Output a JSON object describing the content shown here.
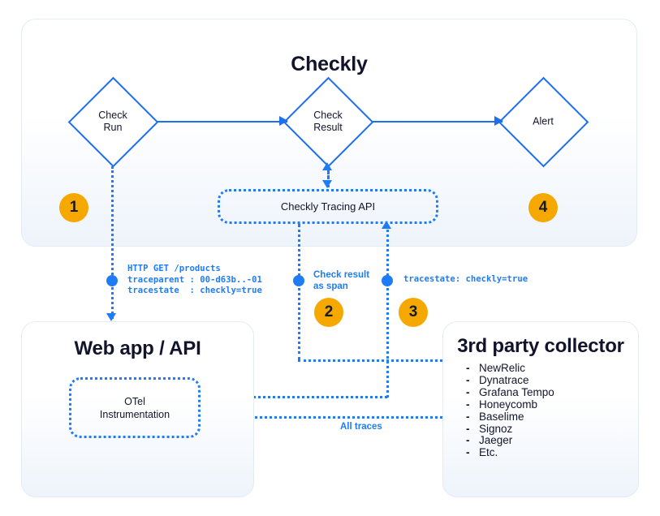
{
  "checkly_panel": {
    "title": "Checkly",
    "nodes": [
      {
        "id": "check-run",
        "label_line1": "Check",
        "label_line2": "Run"
      },
      {
        "id": "check-result",
        "label_line1": "Check",
        "label_line2": "Result"
      },
      {
        "id": "alert",
        "label_line1": "Alert",
        "label_line2": ""
      }
    ],
    "tracing_api_label": "Checkly Tracing API"
  },
  "webapp_panel": {
    "title": "Web app / API",
    "otel_label_line1": "OTel",
    "otel_label_line2": "Instrumentation"
  },
  "collector_panel": {
    "title": "3rd party collector",
    "bullet": "-",
    "items": [
      "NewRelic",
      "Dynatrace",
      "Grafana Tempo",
      "Honeycomb",
      "Baselime",
      "Signoz",
      "Jaeger",
      "Etc."
    ]
  },
  "badges": {
    "one": "1",
    "two": "2",
    "three": "3",
    "four": "4"
  },
  "annotations": {
    "http_request": "HTTP GET /products\ntraceparent : 00-d63b..-01\ntracestate  : checkly=true",
    "check_result_as_span_line1": "Check result",
    "check_result_as_span_line2": "as span",
    "tracestate": "tracestate: checkly=true",
    "all_traces": "All traces"
  },
  "colors": {
    "blue_solid": "#1f6feb",
    "blue_dotted": "#1f7cf5",
    "badge_amber": "#f5a800",
    "text_dark": "#12142b",
    "panel_border": "#e4ebf3"
  }
}
